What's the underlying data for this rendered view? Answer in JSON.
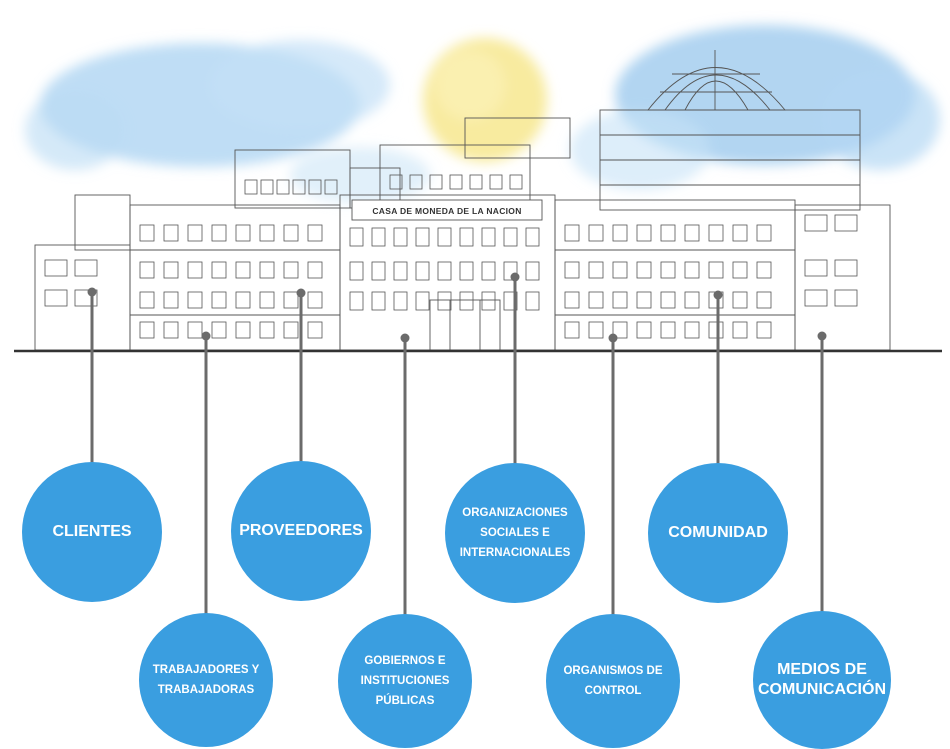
{
  "building": {
    "sign": "CASA DE MONEDA DE LA NACION"
  },
  "colors": {
    "circle": "#3a9ee0",
    "connector": "#6b6b6b",
    "ground": "#333333",
    "sky": "#9ecbee",
    "sun": "#f6e58d"
  },
  "stakeholders": [
    {
      "id": "clientes",
      "label": "CLIENTES"
    },
    {
      "id": "trabajadores",
      "label": "TRABAJADORES Y TRABAJADORAS"
    },
    {
      "id": "proveedores",
      "label": "PROVEEDORES"
    },
    {
      "id": "gobiernos",
      "label": "GOBIERNOS E INSTITUCIONES PÚBLICAS"
    },
    {
      "id": "organizaciones",
      "label": "ORGANIZACIONES SOCIALES E INTERNACIONALES"
    },
    {
      "id": "organismos",
      "label": "ORGANISMOS DE CONTROL"
    },
    {
      "id": "comunidad",
      "label": "COMUNIDAD"
    },
    {
      "id": "medios",
      "label": "MEDIOS DE COMUNICACIÓN"
    }
  ]
}
